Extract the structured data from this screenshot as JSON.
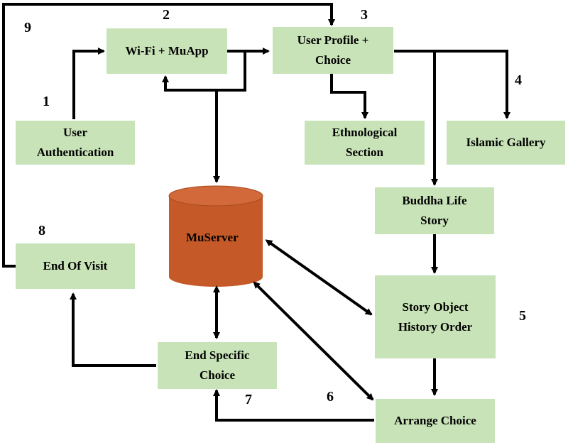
{
  "boxes": {
    "user_auth": "User\nAuthentication",
    "wifi": "Wi-Fi + MuApp",
    "user_profile": "User Profile +\nChoice",
    "ethnological": "Ethnological\nSection",
    "islamic": "Islamic Gallery",
    "buddha": "Buddha Life\nStory",
    "story_object": "Story Object\nHistory Order",
    "arrange": "Arrange Choice",
    "end_specific": "End Specific\nChoice",
    "end_visit": "End Of Visit"
  },
  "server": "MuServer",
  "numbers": {
    "n1": "1",
    "n2": "2",
    "n3": "3",
    "n4": "4",
    "n5": "5",
    "n6": "6",
    "n7": "7",
    "n8": "8",
    "n9": "9"
  },
  "colors": {
    "box": "#c9e3b8",
    "server": "#c55a28",
    "line": "#000000"
  }
}
